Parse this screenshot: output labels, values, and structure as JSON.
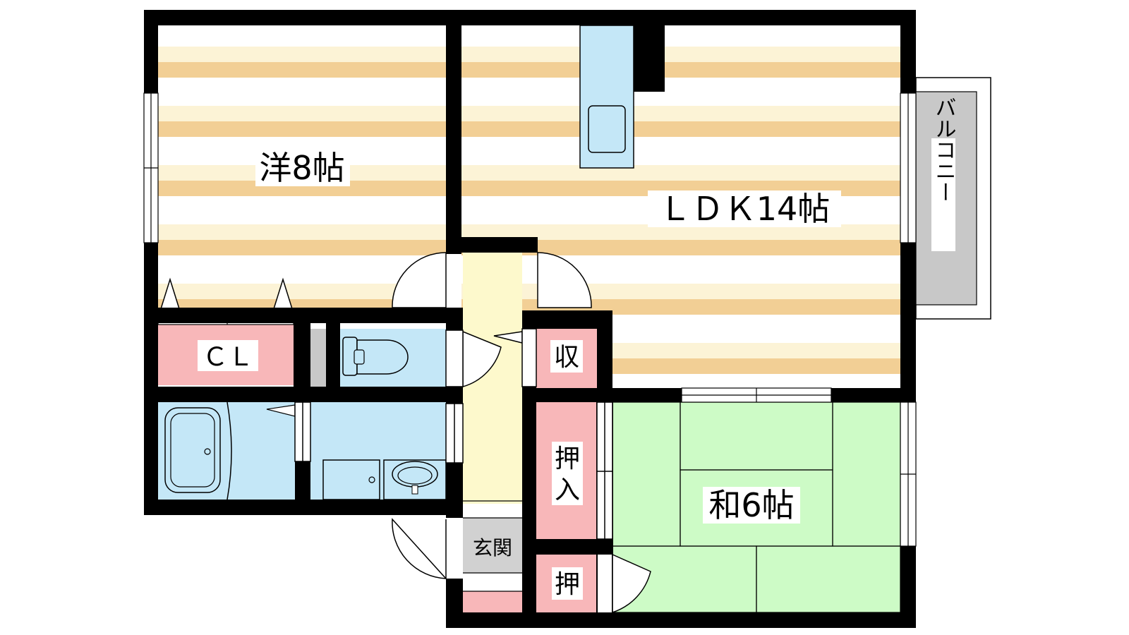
{
  "rooms": {
    "western": "洋8帖",
    "ldk": "ＬＤＫ14帖",
    "japanese": "和6帖",
    "closet": "ＣＬ",
    "storage": "収",
    "oshiire_tall": [
      "押",
      "入"
    ],
    "oshiire_small": "押",
    "entrance": "玄関",
    "balcony": "バルコニー"
  },
  "colors": {
    "wall": "#000000",
    "floor_stripe": "#f2cf95",
    "floor_light": "#fcf3d6",
    "wet_area": "#c4e7f7",
    "closet_pink": "#f8b7b9",
    "tatami": "#cdfbc6",
    "corridor": "#fdf9cc",
    "balcony": "#c8c8c8",
    "genkan": "#d1d1d1"
  }
}
